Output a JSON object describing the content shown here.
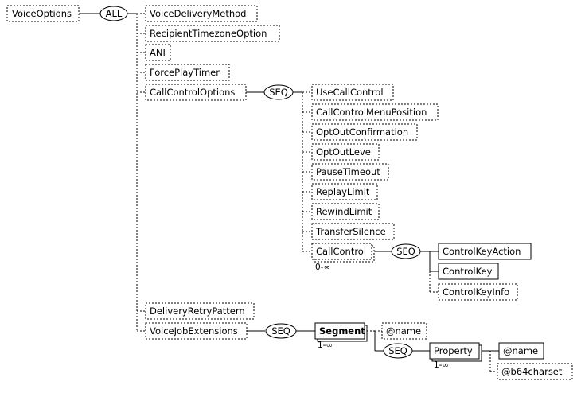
{
  "root": {
    "label": "VoiceOptions"
  },
  "compositors": {
    "all": "ALL",
    "seq": "SEQ"
  },
  "nodes": {
    "voice_delivery_method": "VoiceDeliveryMethod",
    "recipient_timezone_option": "RecipientTimezoneOption",
    "ani": "ANI",
    "force_play_timer": "ForcePlayTimer",
    "call_control_options": "CallControlOptions",
    "use_call_control": "UseCallControl",
    "call_control_menu_position": "CallControlMenuPosition",
    "opt_out_confirmation": "OptOutConfirmation",
    "opt_out_level": "OptOutLevel",
    "pause_timeout": "PauseTimeout",
    "replay_limit": "ReplayLimit",
    "rewind_limit": "RewindLimit",
    "transfer_silence": "TransferSilence",
    "call_control": "CallControl",
    "control_key_action": "ControlKeyAction",
    "control_key": "ControlKey",
    "control_key_info": "ControlKeyInfo",
    "delivery_retry_pattern": "DeliveryRetryPattern",
    "voice_job_extensions": "VoiceJobExtensions",
    "segment": "Segment",
    "segment_name_attr": "@name",
    "property": "Property",
    "property_name_attr": "@name",
    "property_b64_attr": "@b64charset"
  },
  "cardinality": {
    "call_control": "0-∞",
    "segment": "1-∞",
    "property": "1-∞"
  }
}
